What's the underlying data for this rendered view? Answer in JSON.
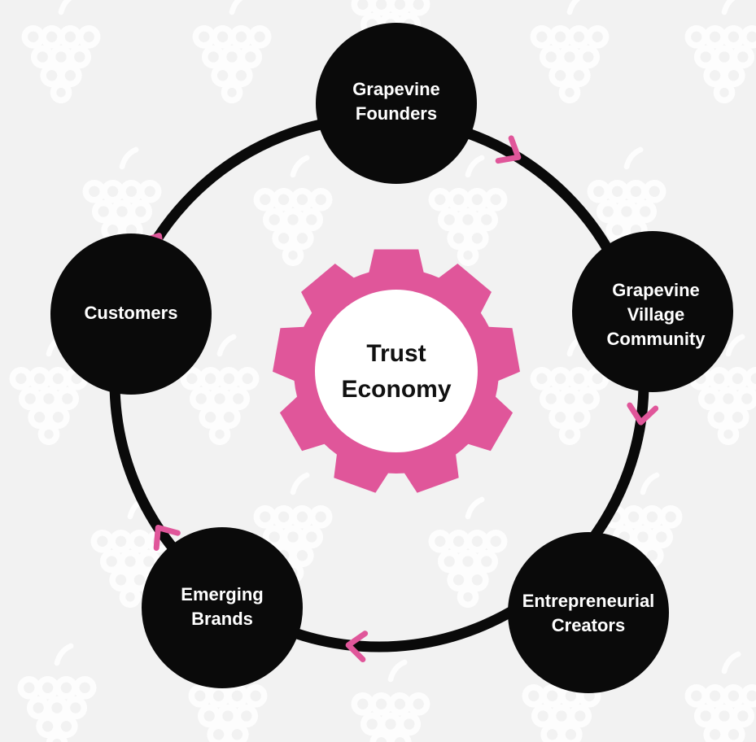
{
  "colors": {
    "background": "#f2f2f2",
    "pattern": "#ffffff",
    "node_fill": "#0a0a0a",
    "ring": "#0a0a0a",
    "gear": "#e0569a",
    "arrow": "#e0569a",
    "hub_fill": "#ffffff"
  },
  "icons": {
    "pattern": "grape-cluster-icon",
    "hub": "gear-icon",
    "flow": "chevron-arrow-icon"
  },
  "center": {
    "lines": [
      "Trust",
      "Economy"
    ]
  },
  "nodes": [
    {
      "id": "grapevine-founders",
      "lines": [
        "Grapevine",
        "Founders"
      ]
    },
    {
      "id": "grapevine-village-community",
      "lines": [
        "Grapevine",
        "Village",
        "Community"
      ]
    },
    {
      "id": "entrepreneurial-creators",
      "lines": [
        "Entrepreneurial",
        "Creators"
      ]
    },
    {
      "id": "emerging-brands",
      "lines": [
        "Emerging",
        "Brands"
      ]
    },
    {
      "id": "customers",
      "lines": [
        "Customers"
      ]
    }
  ],
  "flow_direction": "clockwise"
}
